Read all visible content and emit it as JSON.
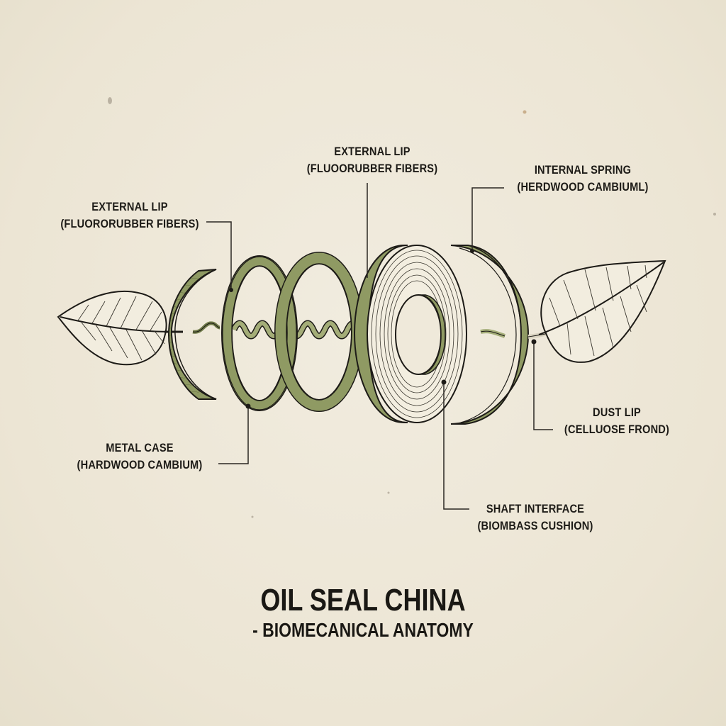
{
  "diagram": {
    "title": "OIL SEAL CHINA",
    "subtitle": "- BIOMECANICAL ANATOMY",
    "colors": {
      "background": "#efe9da",
      "component_green": "#8f9a63",
      "component_green_dark": "#6f7a48",
      "outline": "#1d1b17",
      "leaf_fill": "#f2eddf",
      "ring_face": "#f3eee0"
    },
    "labels": [
      {
        "id": "external-lip-left",
        "line1": "EXTERNAL LIP",
        "line2": "(FLUORORUBBER FIBERS)"
      },
      {
        "id": "external-lip-top",
        "line1": "EXTERNAL LIP",
        "line2": "(FLUOORUBBER FIBERS)"
      },
      {
        "id": "internal-spring",
        "line1": "INTERNAL SPRING",
        "line2": "(HERDWOOD CAMBIUML)"
      },
      {
        "id": "dust-lip",
        "line1": "DUST LIP",
        "line2": "(CELLUOSE FROND)"
      },
      {
        "id": "metal-case",
        "line1": "METAL CASE",
        "line2": "(HARDWOOD CAMBIUM)"
      },
      {
        "id": "shaft-interface",
        "line1": "SHAFT INTERFACE",
        "line2": "(BIOMBASS CUSHION)"
      }
    ],
    "components": [
      "left-leaf",
      "left-crescent-lip",
      "first-ring",
      "coil-spring",
      "second-ring",
      "wooden-ring-with-face",
      "right-crescent-lip",
      "right-leaf"
    ]
  }
}
